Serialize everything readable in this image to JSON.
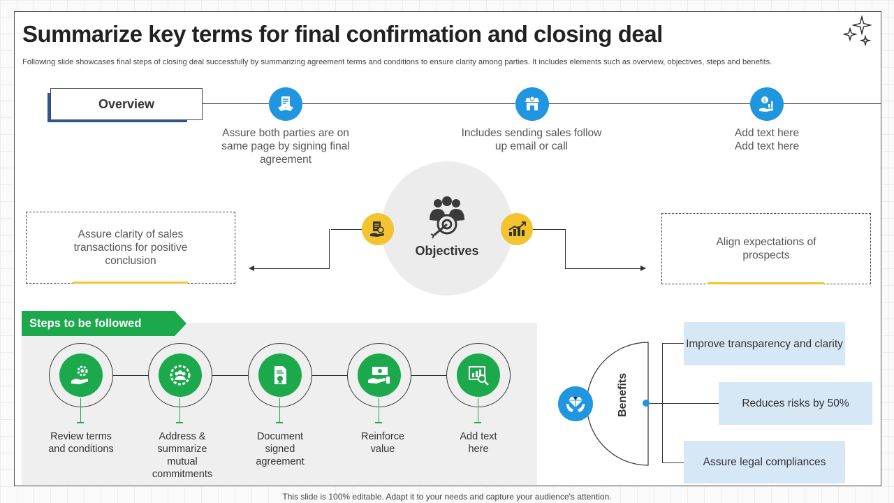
{
  "title": "Summarize key terms for final confirmation and closing deal",
  "subtitle": "Following slide showcases final steps of closing deal successfully by summarizing agreement terms and conditions to ensure clarity among parties. It includes elements such as overview, objectives, steps and benefits.",
  "overview": {
    "label": "Overview",
    "items": [
      {
        "icon": "handshake-document-icon",
        "text": "Assure both parties are on same page by signing final agreement"
      },
      {
        "icon": "store-icon",
        "text": "Includes  sending sales follow up email or call"
      },
      {
        "icon": "hand-money-growth-icon",
        "text": "Add text here Add text here"
      }
    ]
  },
  "objectives": {
    "label": "Objectives",
    "left_icon": "document-hand-icon",
    "right_icon": "growth-chart-icon",
    "left_text": "Assure clarity of sales transactions for positive conclusion",
    "right_text": "Align expectations of prospects"
  },
  "steps": {
    "header": "Steps to be followed",
    "items": [
      {
        "icon": "hand-gear-icon",
        "text": "Review terms and conditions"
      },
      {
        "icon": "team-gear-icon",
        "text": "Address & summarize mutual commitments"
      },
      {
        "icon": "signed-document-icon",
        "text": "Document signed agreement"
      },
      {
        "icon": "hand-cash-icon",
        "text": "Reinforce value"
      },
      {
        "icon": "analytics-search-icon",
        "text": "Add text here"
      }
    ]
  },
  "benefits": {
    "label": "Benefits",
    "icon": "diamond-hands-icon",
    "items": [
      "Improve transparency and clarity",
      "Reduces risks by 50%",
      "Assure legal compliances"
    ]
  },
  "footer": "This slide is 100% editable. Adapt it to your needs and capture your audience's attention.",
  "colors": {
    "accent_blue": "#2196e0",
    "accent_green": "#1ba94c",
    "accent_yellow": "#f4c430",
    "benefit_box": "#d6e7f6"
  }
}
